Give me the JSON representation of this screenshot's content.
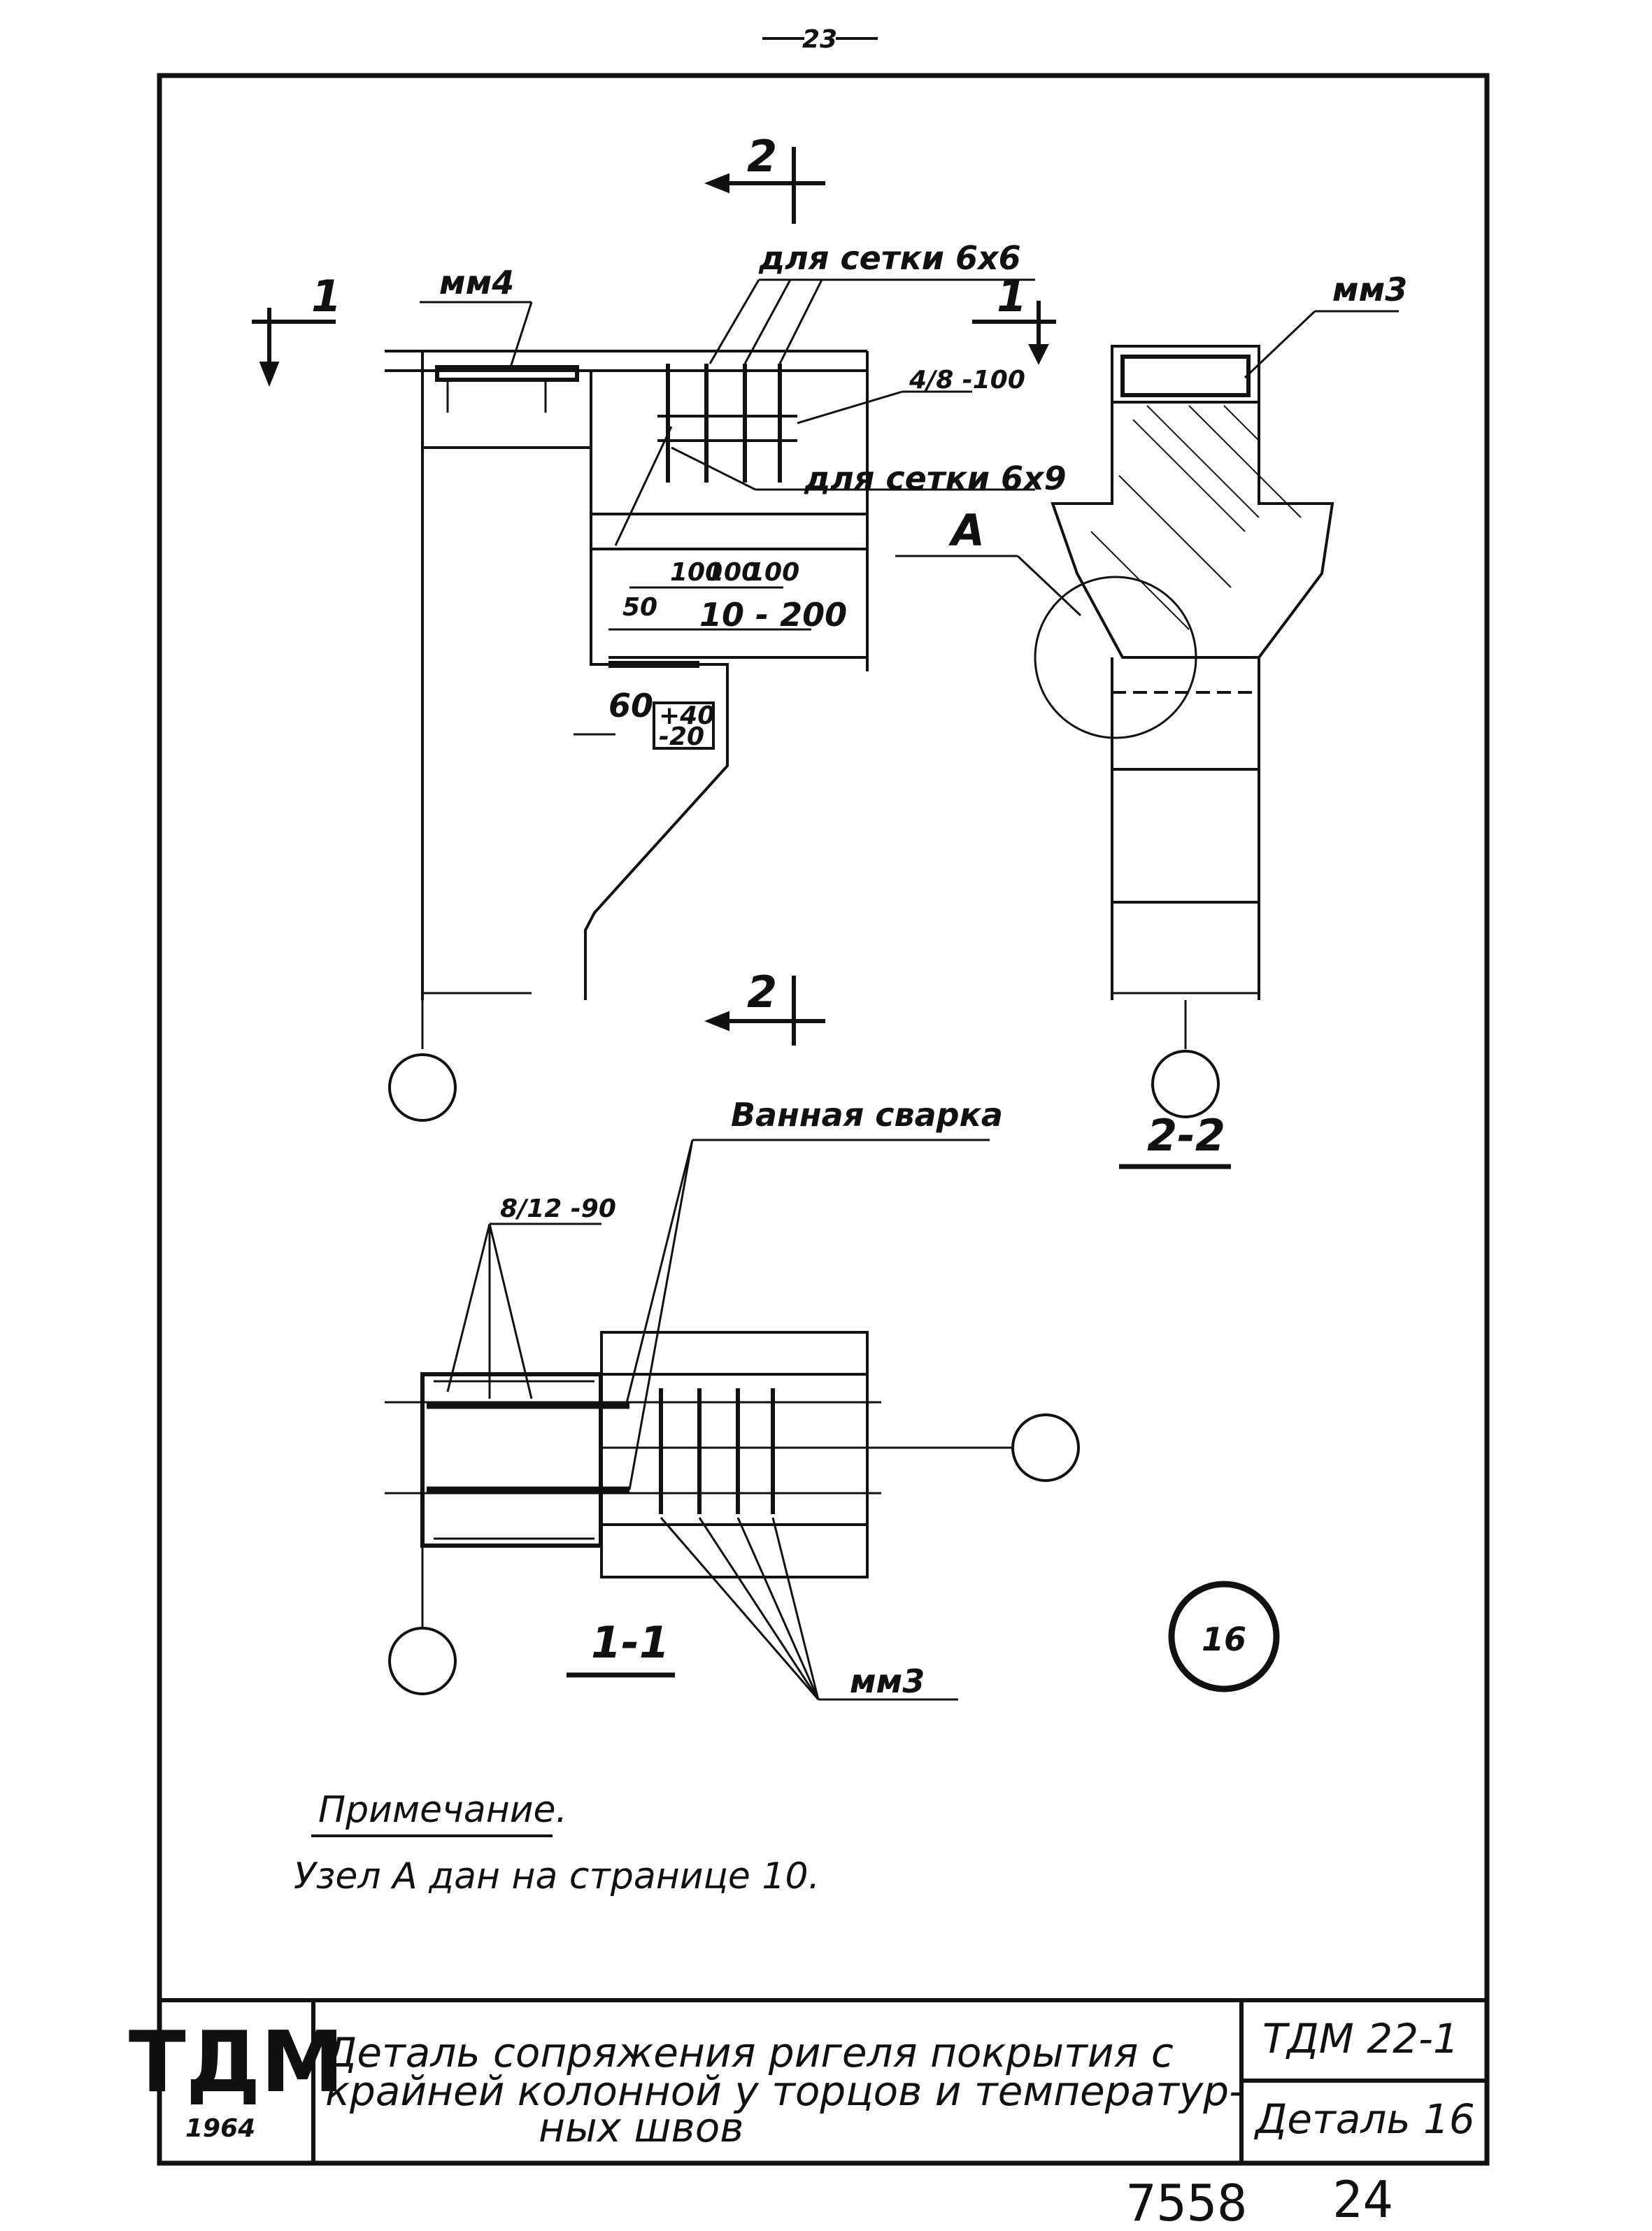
{
  "page_number": "23",
  "drawing": {
    "section_marks": {
      "s1": "1",
      "s2": "2"
    },
    "labels": {
      "mm4": "мм4",
      "mm3_top": "мм3",
      "mm3_bottom": "мм3",
      "mesh_6x6": "для сетки 6х6",
      "mesh_6x9": "для сетки 6х9",
      "rebar_4_8_100": "4/8 -100",
      "rebar_8_12_90": "8/12 -90",
      "spacing_100a": "100",
      "spacing_100b": "100",
      "spacing_100c": "100",
      "dim_50": "50",
      "dim_10_200": "10 - 200",
      "dim_60": "60",
      "tol_plus": "+40",
      "tol_minus": "-20",
      "node_A": "А",
      "bath_welding": "Ванная сварка",
      "section_2_2": "2-2",
      "section_1_1": "1-1",
      "detail_no": "16"
    },
    "note": {
      "heading": "Примечание.",
      "text": "Узел А дан на странице 10."
    }
  },
  "title_block": {
    "logo": "ТДМ",
    "year": "1964",
    "title_lines": [
      "Деталь сопряжения ригеля покрытия с",
      "крайней колонной у торцов и температур-",
      "ных швов"
    ],
    "code": "ТДМ 22-1",
    "detail": "Деталь 16"
  },
  "stamp": {
    "left": "7558",
    "right": "24"
  }
}
